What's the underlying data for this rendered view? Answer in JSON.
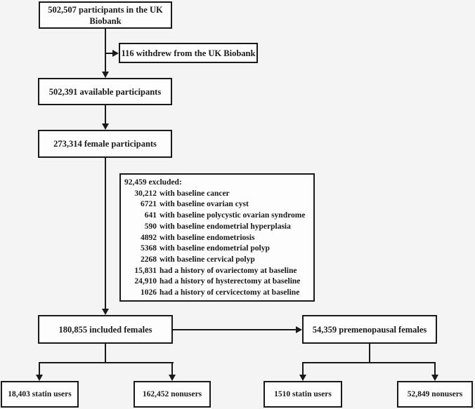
{
  "colors": {
    "background": "#f4f4f4",
    "box_fill": "#fdfdfd",
    "line": "#1a1a1a",
    "text": "#1a1a1a"
  },
  "boxes": {
    "total": {
      "lines": [
        "502,507 participants in the UK",
        "Biobank"
      ]
    },
    "withdrew": {
      "label": "116 withdrew from the UK Biobank"
    },
    "available": {
      "label": "502,391 available participants"
    },
    "female": {
      "label": "273,314 female participants"
    },
    "included": {
      "label": "180,855 included females"
    },
    "premenopausal": {
      "label": "54,359 premenopausal females"
    },
    "statin_users_all": {
      "label": "18,403 statin users"
    },
    "nonusers_all": {
      "label": "162,452 nonusers"
    },
    "statin_users_premeno": {
      "label": "1510 statin users"
    },
    "nonusers_premeno": {
      "label": "52,849 nonusers"
    }
  },
  "excluded": {
    "header": "92,459 excluded:",
    "items": [
      {
        "n": "30,212",
        "t": "with baseline cancer"
      },
      {
        "n": "6721",
        "t": "with baseline ovarian cyst"
      },
      {
        "n": "641",
        "t": "with baseline polycystic ovarian syndrome"
      },
      {
        "n": "590",
        "t": "with baseline endometrial hyperplasia"
      },
      {
        "n": "4892",
        "t": "with baseline endometriosis"
      },
      {
        "n": "5368",
        "t": "with baseline endometrial polyp"
      },
      {
        "n": "2268",
        "t": "with baseline cervical polyp"
      },
      {
        "n": "15,831",
        "t": "had a history of ovariectomy at baseline"
      },
      {
        "n": "24,910",
        "t": "had a history of hysterectomy at baseline"
      },
      {
        "n": "1026",
        "t": "had a history of cervicectomy at baseline"
      }
    ]
  }
}
